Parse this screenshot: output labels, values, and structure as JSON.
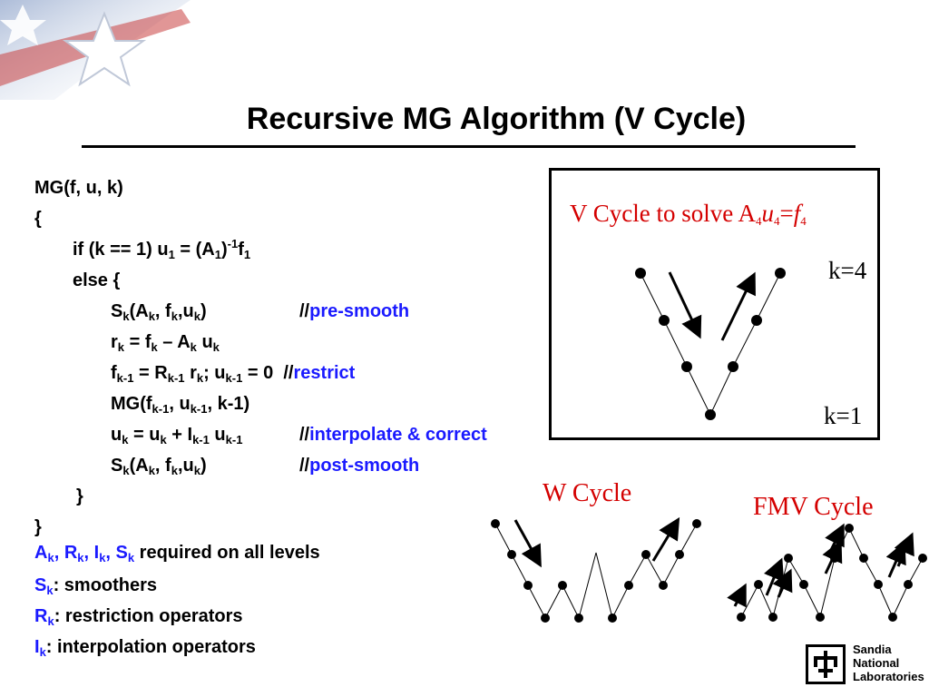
{
  "slide": {
    "title": "Recursive MG Algorithm (V Cycle)"
  },
  "code": {
    "l1": "MG(f, u, k)",
    "l2": "{",
    "l3": {
      "a": "if (k == 1) u",
      "s1": "1",
      "b": " = (A",
      "s2": "1",
      "c": ")",
      "sup": "-1",
      "d": "f",
      "s3": "1"
    },
    "l4": "else {",
    "l5": {
      "a": "S",
      "s1": "k",
      "b": "(A",
      "s2": "k",
      "c": ", f",
      "s3": "k",
      "d": ",u",
      "s4": "k",
      "e": ")",
      "comment_slashes": "//",
      "comment": "pre-smooth"
    },
    "l6": {
      "a": "r",
      "s1": "k",
      "b": " = f",
      "s2": "k",
      "c": " – A",
      "s3": "k",
      "d": " u",
      "s4": "k"
    },
    "l7": {
      "a": "f",
      "s1": "k-1",
      "b": " = R",
      "s2": "k-1",
      "c": " r",
      "s3": "k",
      "d": ";  u",
      "s4": "k-1",
      "e": " = 0",
      "comment_slashes": "//",
      "comment": "restrict"
    },
    "l8": {
      "a": "MG(f",
      "s1": "k-1",
      "b": ", u",
      "s2": "k-1",
      "c": ", k-1)"
    },
    "l9": {
      "a": "u",
      "s1": "k",
      "b": " = u",
      "s2": "k",
      "c": " + I",
      "s3": "k-1",
      "d": " u",
      "s4": "k-1",
      "comment_slashes": "//",
      "comment": "interpolate & correct"
    },
    "l10": {
      "a": "S",
      "s1": "k",
      "b": "(A",
      "s2": "k",
      "c": ", f",
      "s3": "k",
      "d": ",u",
      "s4": "k",
      "e": ")",
      "comment_slashes": "//",
      "comment": "post-smooth"
    },
    "l11": "}",
    "l12": "}"
  },
  "notes": {
    "n1": {
      "a": "A",
      "s1": "k",
      "sep1": ", ",
      "b": "R",
      "s2": "k",
      "sep2": ", ",
      "c": "I",
      "s3": "k",
      "sep3": ", ",
      "d": "S",
      "s4": "k",
      "text": " required on all levels"
    },
    "n2": {
      "a": "S",
      "s1": "k",
      "text": ": smoothers"
    },
    "n3": {
      "a": "R",
      "s1": "k",
      "text": ": restriction operators"
    },
    "n4": {
      "a": "I",
      "s1": "k",
      "text": ": interpolation operators"
    }
  },
  "vbox": {
    "caption": {
      "a": "V Cycle to solve A",
      "s1": "4",
      "u": "u",
      "s2": "4",
      "eq": "=",
      "f": "f",
      "s3": "4"
    },
    "k_top": "k=4",
    "k_bottom": "k=1"
  },
  "w_cycle": {
    "label": "W Cycle"
  },
  "fmv_cycle": {
    "label": "FMV Cycle"
  },
  "logo": {
    "line1": "Sandia",
    "line2": "National",
    "line3": "Laboratories"
  },
  "colors": {
    "red": "#d40000",
    "blue": "#1a1aff",
    "black": "#000000"
  }
}
